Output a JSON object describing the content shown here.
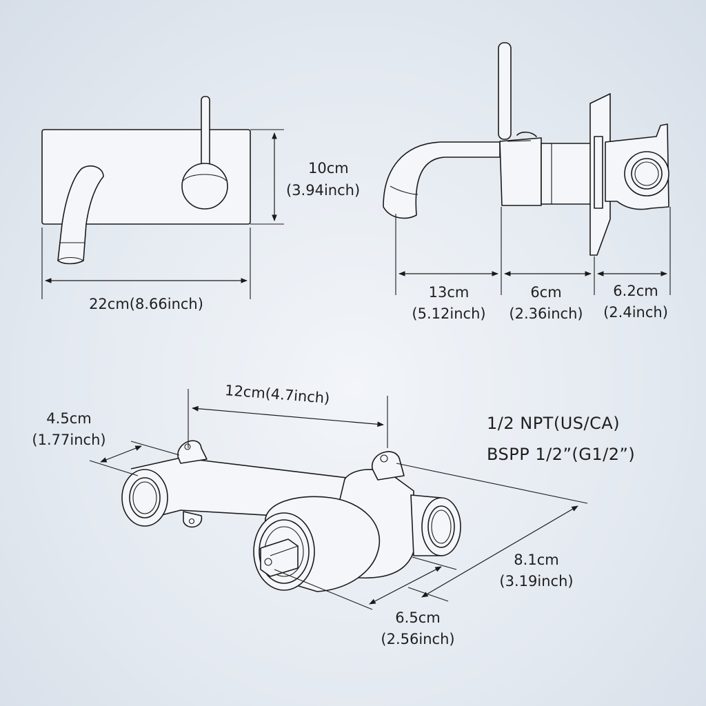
{
  "front_view": {
    "height_cm": "10cm",
    "height_in": "(3.94inch)",
    "width_label": "22cm(8.66inch)"
  },
  "side_view": {
    "spout_cm": "13cm",
    "spout_in": "(5.12inch)",
    "body_cm": "6cm",
    "body_in": "(2.36inch)",
    "plate_cm": "6.2cm",
    "plate_in": "(2.4inch)"
  },
  "valve_view": {
    "length_label": "12cm(4.7inch)",
    "depth_cm": "4.5cm",
    "depth_in": "(1.77inch)",
    "diag_cm": "8.1cm",
    "diag_in": "(3.19inch)",
    "outlet_cm": "6.5cm",
    "outlet_in": "(2.56inch)"
  },
  "thread_specs": {
    "line1": "1/2 NPT(US/CA)",
    "line2": "BSPP 1/2”(G1/2”)"
  }
}
